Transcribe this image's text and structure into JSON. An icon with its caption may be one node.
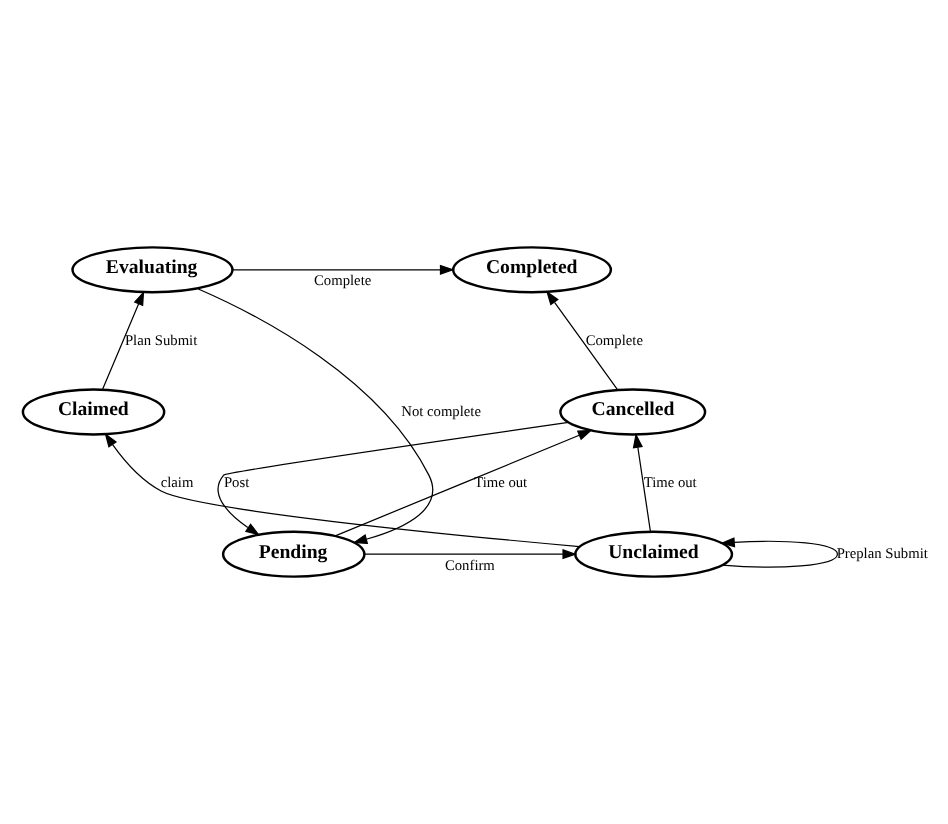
{
  "diagram": {
    "nodes": [
      {
        "text": [
          "Completed"
        ]
      },
      {
        "text": [
          "Evaluating"
        ]
      },
      {
        "text": [
          "Cancelled"
        ]
      },
      {
        "text": [
          "Claimed"
        ]
      },
      {
        "text": [
          "Pending"
        ]
      },
      {
        "text": [
          "Unclaimed"
        ]
      }
    ],
    "edges": [
      {
        "from": 1,
        "to": 0,
        "arrow": "to",
        "label": "Complete"
      },
      {
        "from": 2,
        "to": 0,
        "arrow": "to",
        "label": "Complete"
      },
      {
        "from": 1,
        "to": 4,
        "arrow": "to",
        "label": "Not complete"
      },
      {
        "from": 3,
        "to": 1,
        "arrow": "to",
        "label": "Plan Submit"
      },
      {
        "from": 2,
        "to": 4,
        "arrow": "to",
        "label": "Post"
      },
      {
        "from": 4,
        "to": 2,
        "arrow": "to",
        "label": "Time out"
      },
      {
        "from": 5,
        "to": 2,
        "arrow": "to",
        "label": "Time out"
      },
      {
        "from": 4,
        "to": 5,
        "arrow": "to",
        "label": "Confirm"
      },
      {
        "from": 5,
        "to": 3,
        "arrow": "to",
        "label": "claim"
      },
      {
        "from": 5,
        "to": 5,
        "arrow": "to",
        "label": "Preplan Submit"
      }
    ]
  }
}
